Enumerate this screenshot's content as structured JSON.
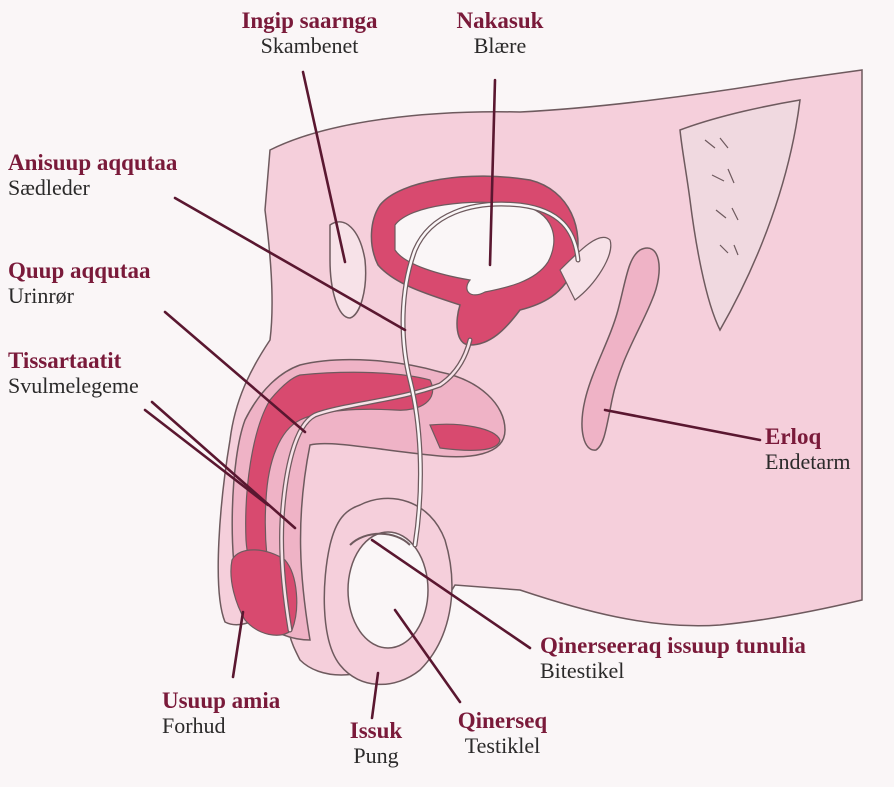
{
  "colors": {
    "background": "#faf6f7",
    "skin": "#f5cfdb",
    "tissue_light": "#efb3c6",
    "tissue_dark": "#d84a6f",
    "outline": "#6e5a5e",
    "label_title": "#7a1a3a",
    "label_sub": "#2b2a2a"
  },
  "labels": {
    "pubic_bone": {
      "title": "Ingip saarnga",
      "sub": "Skambenet"
    },
    "bladder": {
      "title": "Nakasuk",
      "sub": "Blære"
    },
    "vas_deferens": {
      "title": "Anisuup aqqutaa",
      "sub": "Sædleder"
    },
    "urethra": {
      "title": "Quup aqqutaa",
      "sub": "Urinrør"
    },
    "erectile": {
      "title": "Tissartaatit",
      "sub": "Svulmelegeme"
    },
    "rectum": {
      "title": "Erloq",
      "sub": "Endetarm"
    },
    "epididymis": {
      "title": "Qinerseeraq issuup tunulia",
      "sub": "Bitestikel"
    },
    "foreskin": {
      "title": "Usuup amia",
      "sub": "Forhud"
    },
    "scrotum": {
      "title": "Issuk",
      "sub": "Pung"
    },
    "testicle": {
      "title": "Qinerseq",
      "sub": "Testiklel"
    }
  }
}
